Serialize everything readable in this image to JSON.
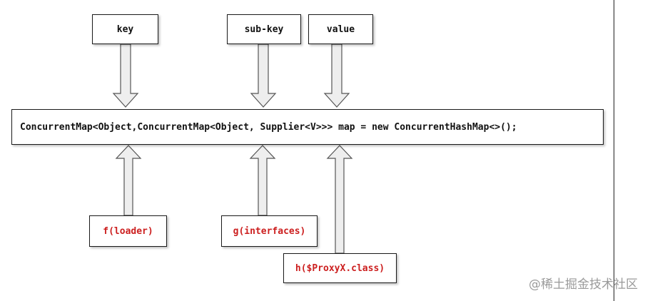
{
  "diagram": {
    "top_labels": {
      "key": "key",
      "sub_key": "sub-key",
      "value": "value"
    },
    "declaration": "ConcurrentMap<Object,ConcurrentMap<Object, Supplier<V>>> map = new ConcurrentHashMap<>();",
    "bottom_labels": {
      "f": "f(loader)",
      "g": "g(interfaces)",
      "h": "h($ProxyX.class)"
    },
    "colors": {
      "label_dark": "#111111",
      "label_red": "#cc1f1f",
      "arrow_fill": "#eeeeee",
      "arrow_stroke": "#555555"
    }
  },
  "watermark": "@稀土掘金技术社区"
}
